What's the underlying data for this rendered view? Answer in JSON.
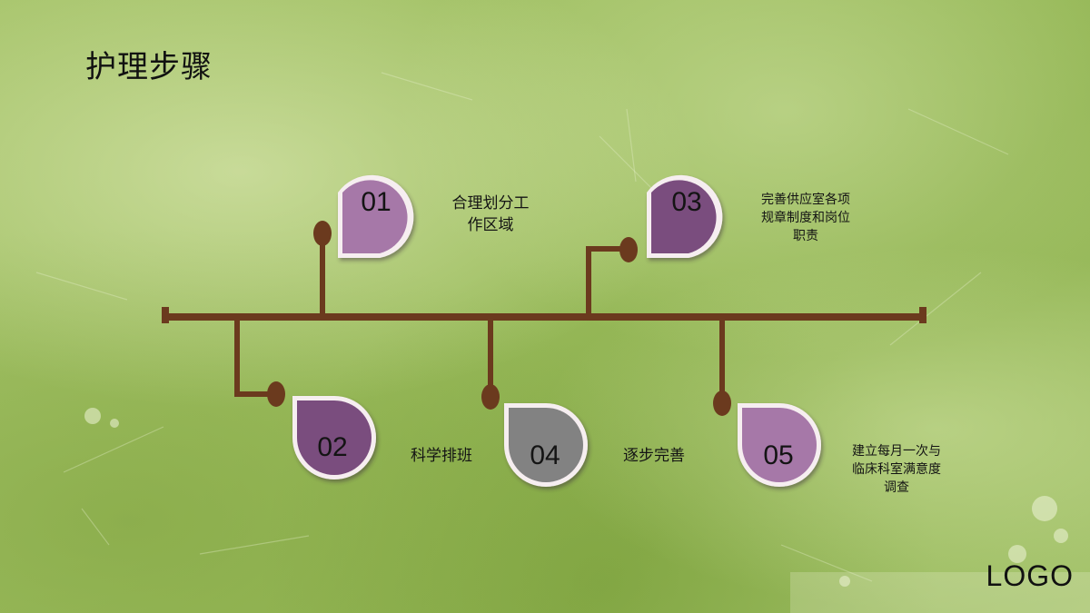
{
  "slide": {
    "title": "护理步骤",
    "logo": "LOGO"
  },
  "colors": {
    "connector": "#6b3a1e",
    "badge_light_purple": "#a678a8",
    "badge_dark_purple": "#7a4e7e",
    "badge_gray": "#828282",
    "badge_outline": "#f6eef0",
    "badge_shadow": "#5b3a5e"
  },
  "steps": [
    {
      "number": "01",
      "label": "合理划分工作区域",
      "lines": [
        "合理划分工",
        "作区域"
      ],
      "badge": "light"
    },
    {
      "number": "02",
      "label": "科学排班",
      "lines": [
        "科学排班"
      ],
      "badge": "dark"
    },
    {
      "number": "03",
      "label": "完善供应室各项规章制度和岗位职责",
      "lines": [
        "完善供应室各项",
        "规章制度和岗位",
        "职责"
      ],
      "badge": "dark"
    },
    {
      "number": "04",
      "label": "逐步完善",
      "lines": [
        "逐步完善"
      ],
      "badge": "gray"
    },
    {
      "number": "05",
      "label": "建立每月一次与临床科室满意度调查",
      "lines": [
        "建立每月一次与",
        "临床科室满意度",
        "调查"
      ],
      "badge": "light"
    }
  ]
}
